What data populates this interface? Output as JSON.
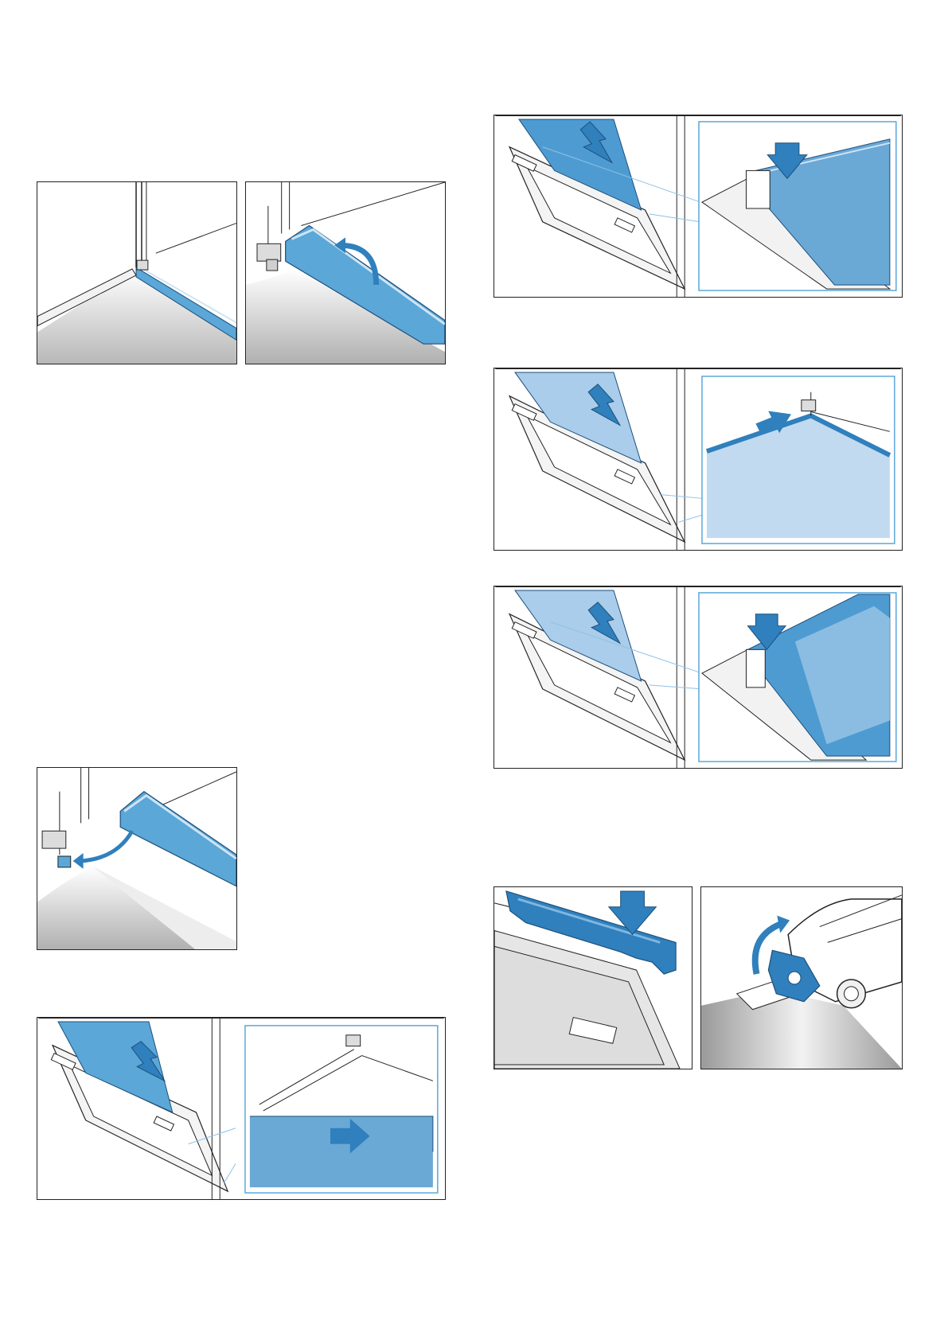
{
  "page": {
    "background": "#ffffff"
  },
  "colors": {
    "glass": "#5aa7d8",
    "glass_dark": "#2f80bd",
    "glass_light": "#b9d6ee",
    "part_blue": "#1d78c0",
    "outline": "#222222",
    "metal_light": "#e6e6e6",
    "metal_dark": "#9a9a9a"
  },
  "illustrations": [
    {
      "id": "fig-1",
      "content": "profile-corner-detail"
    },
    {
      "id": "fig-2",
      "content": "profile-lift-off"
    },
    {
      "id": "fig-3",
      "content": "profile-refit"
    },
    {
      "id": "fig-4",
      "content": "door-inner-pane-insert"
    },
    {
      "id": "fig-5",
      "content": "door-pane-insert-clip"
    },
    {
      "id": "fig-6",
      "content": "door-middle-pane-insert"
    },
    {
      "id": "fig-7",
      "content": "door-outer-pane-insert"
    },
    {
      "id": "fig-8",
      "content": "door-cover-fit"
    },
    {
      "id": "fig-9",
      "content": "hinge-lock-lever"
    }
  ]
}
